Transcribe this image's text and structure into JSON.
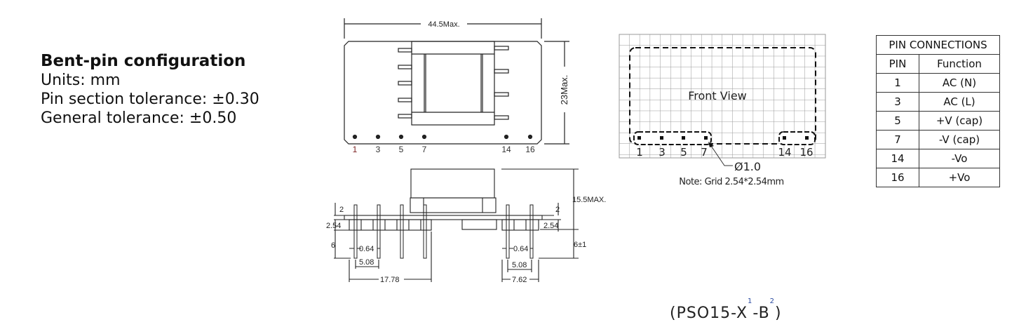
{
  "spec": {
    "title": "Bent-pin configuration",
    "units": "Units: mm",
    "pin_tolerance": "Pin section tolerance: ±0.30",
    "general_tolerance": "General tolerance: ±0.50"
  },
  "top_view": {
    "width_label": "44.5Max.",
    "height_label": "23Max.",
    "pin_labels": [
      "1",
      "3",
      "5",
      "7",
      "14",
      "16"
    ]
  },
  "side_view": {
    "height_label": "15.5MAX.",
    "left_2": "2",
    "left_254": "2.54",
    "left_6": "6",
    "left_064": "0.64",
    "left_508": "5.08",
    "left_1778": "17.78",
    "right_2": "2",
    "right_254": "2.54",
    "right_6": "6±1",
    "right_064": "0.64",
    "right_508": "5.08",
    "right_762": "7.62"
  },
  "front_view": {
    "title": "Front  View",
    "pin_labels": [
      "1",
      "3",
      "5",
      "7",
      "14",
      "16"
    ],
    "hole_label": "Ø1.0",
    "note": "Note: Grid 2.54*2.54mm"
  },
  "pin_table": {
    "title": "PIN  CONNECTIONS",
    "headers": [
      "PIN",
      "Function"
    ],
    "rows": [
      {
        "pin": "1",
        "function": "AC (N)"
      },
      {
        "pin": "3",
        "function": "AC (L)"
      },
      {
        "pin": "5",
        "function": "+V (cap)"
      },
      {
        "pin": "7",
        "function": "-V (cap)"
      },
      {
        "pin": "14",
        "function": "-Vo"
      },
      {
        "pin": "16",
        "function": "+Vo"
      }
    ]
  },
  "model": {
    "prefix": "(PSO15-X",
    "sup1": "1",
    "middle": "-B",
    "sup2": "2",
    "suffix": ")"
  }
}
